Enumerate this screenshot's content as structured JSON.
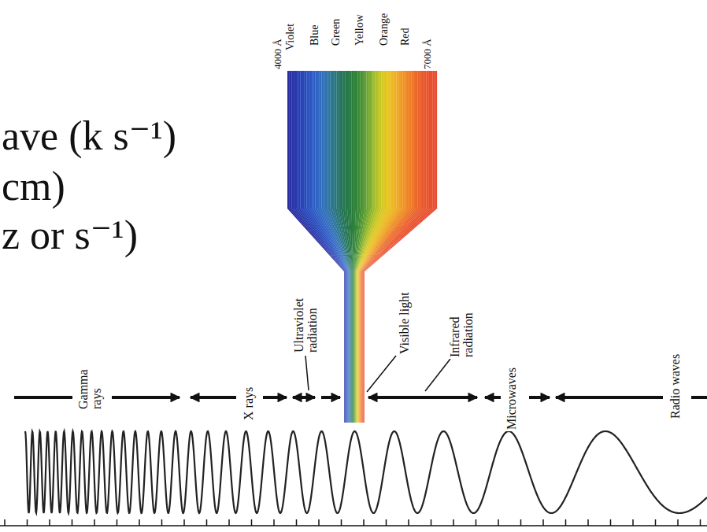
{
  "diagram": {
    "labels": [
      "ave (k s⁻¹)",
      "cm)",
      "z or s⁻¹)",
      "4000 Å",
      "Violet",
      "Blue",
      "Green",
      "Yellow",
      "Orange",
      "Red",
      "7000 Å",
      "Gamma rays",
      "X rays",
      "Ultraviolet radiation",
      "Visible light",
      "Infrared radiation",
      "Microwaves",
      "Radio waves"
    ]
  }
}
